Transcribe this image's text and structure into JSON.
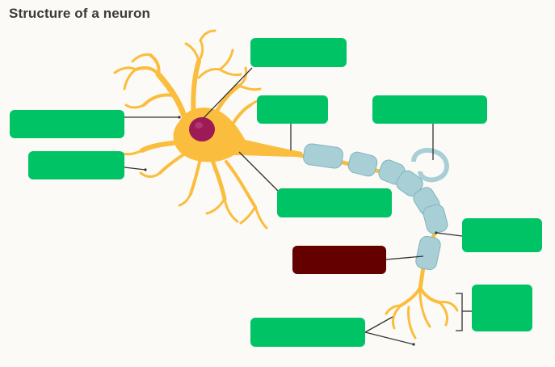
{
  "title": "Structure of a neuron",
  "colors": {
    "label_green": "#00c366",
    "label_dark": "#640000",
    "neuron_yellow": "#fbbd3d",
    "myelin_blue": "#a9cfd6",
    "nucleus": "#9c1a55",
    "leader_line": "#333333"
  },
  "labels": [
    {
      "id": "label-nucleus",
      "text": "",
      "color": "label_green"
    },
    {
      "id": "label-dendrites",
      "text": "",
      "color": "label_green"
    },
    {
      "id": "label-soma",
      "text": "",
      "color": "label_green"
    },
    {
      "id": "label-axon-hillock",
      "text": "",
      "color": "label_green"
    },
    {
      "id": "label-schwann-cell",
      "text": "",
      "color": "label_green"
    },
    {
      "id": "label-axon",
      "text": "",
      "color": "label_green"
    },
    {
      "id": "label-node-of-ranvier",
      "text": "",
      "color": "label_green"
    },
    {
      "id": "label-myelin-sheath",
      "text": "",
      "color": "label_dark"
    },
    {
      "id": "label-axon-terminals",
      "text": "",
      "color": "label_green"
    },
    {
      "id": "label-synaptic-terminals",
      "text": "",
      "color": "label_green"
    }
  ]
}
